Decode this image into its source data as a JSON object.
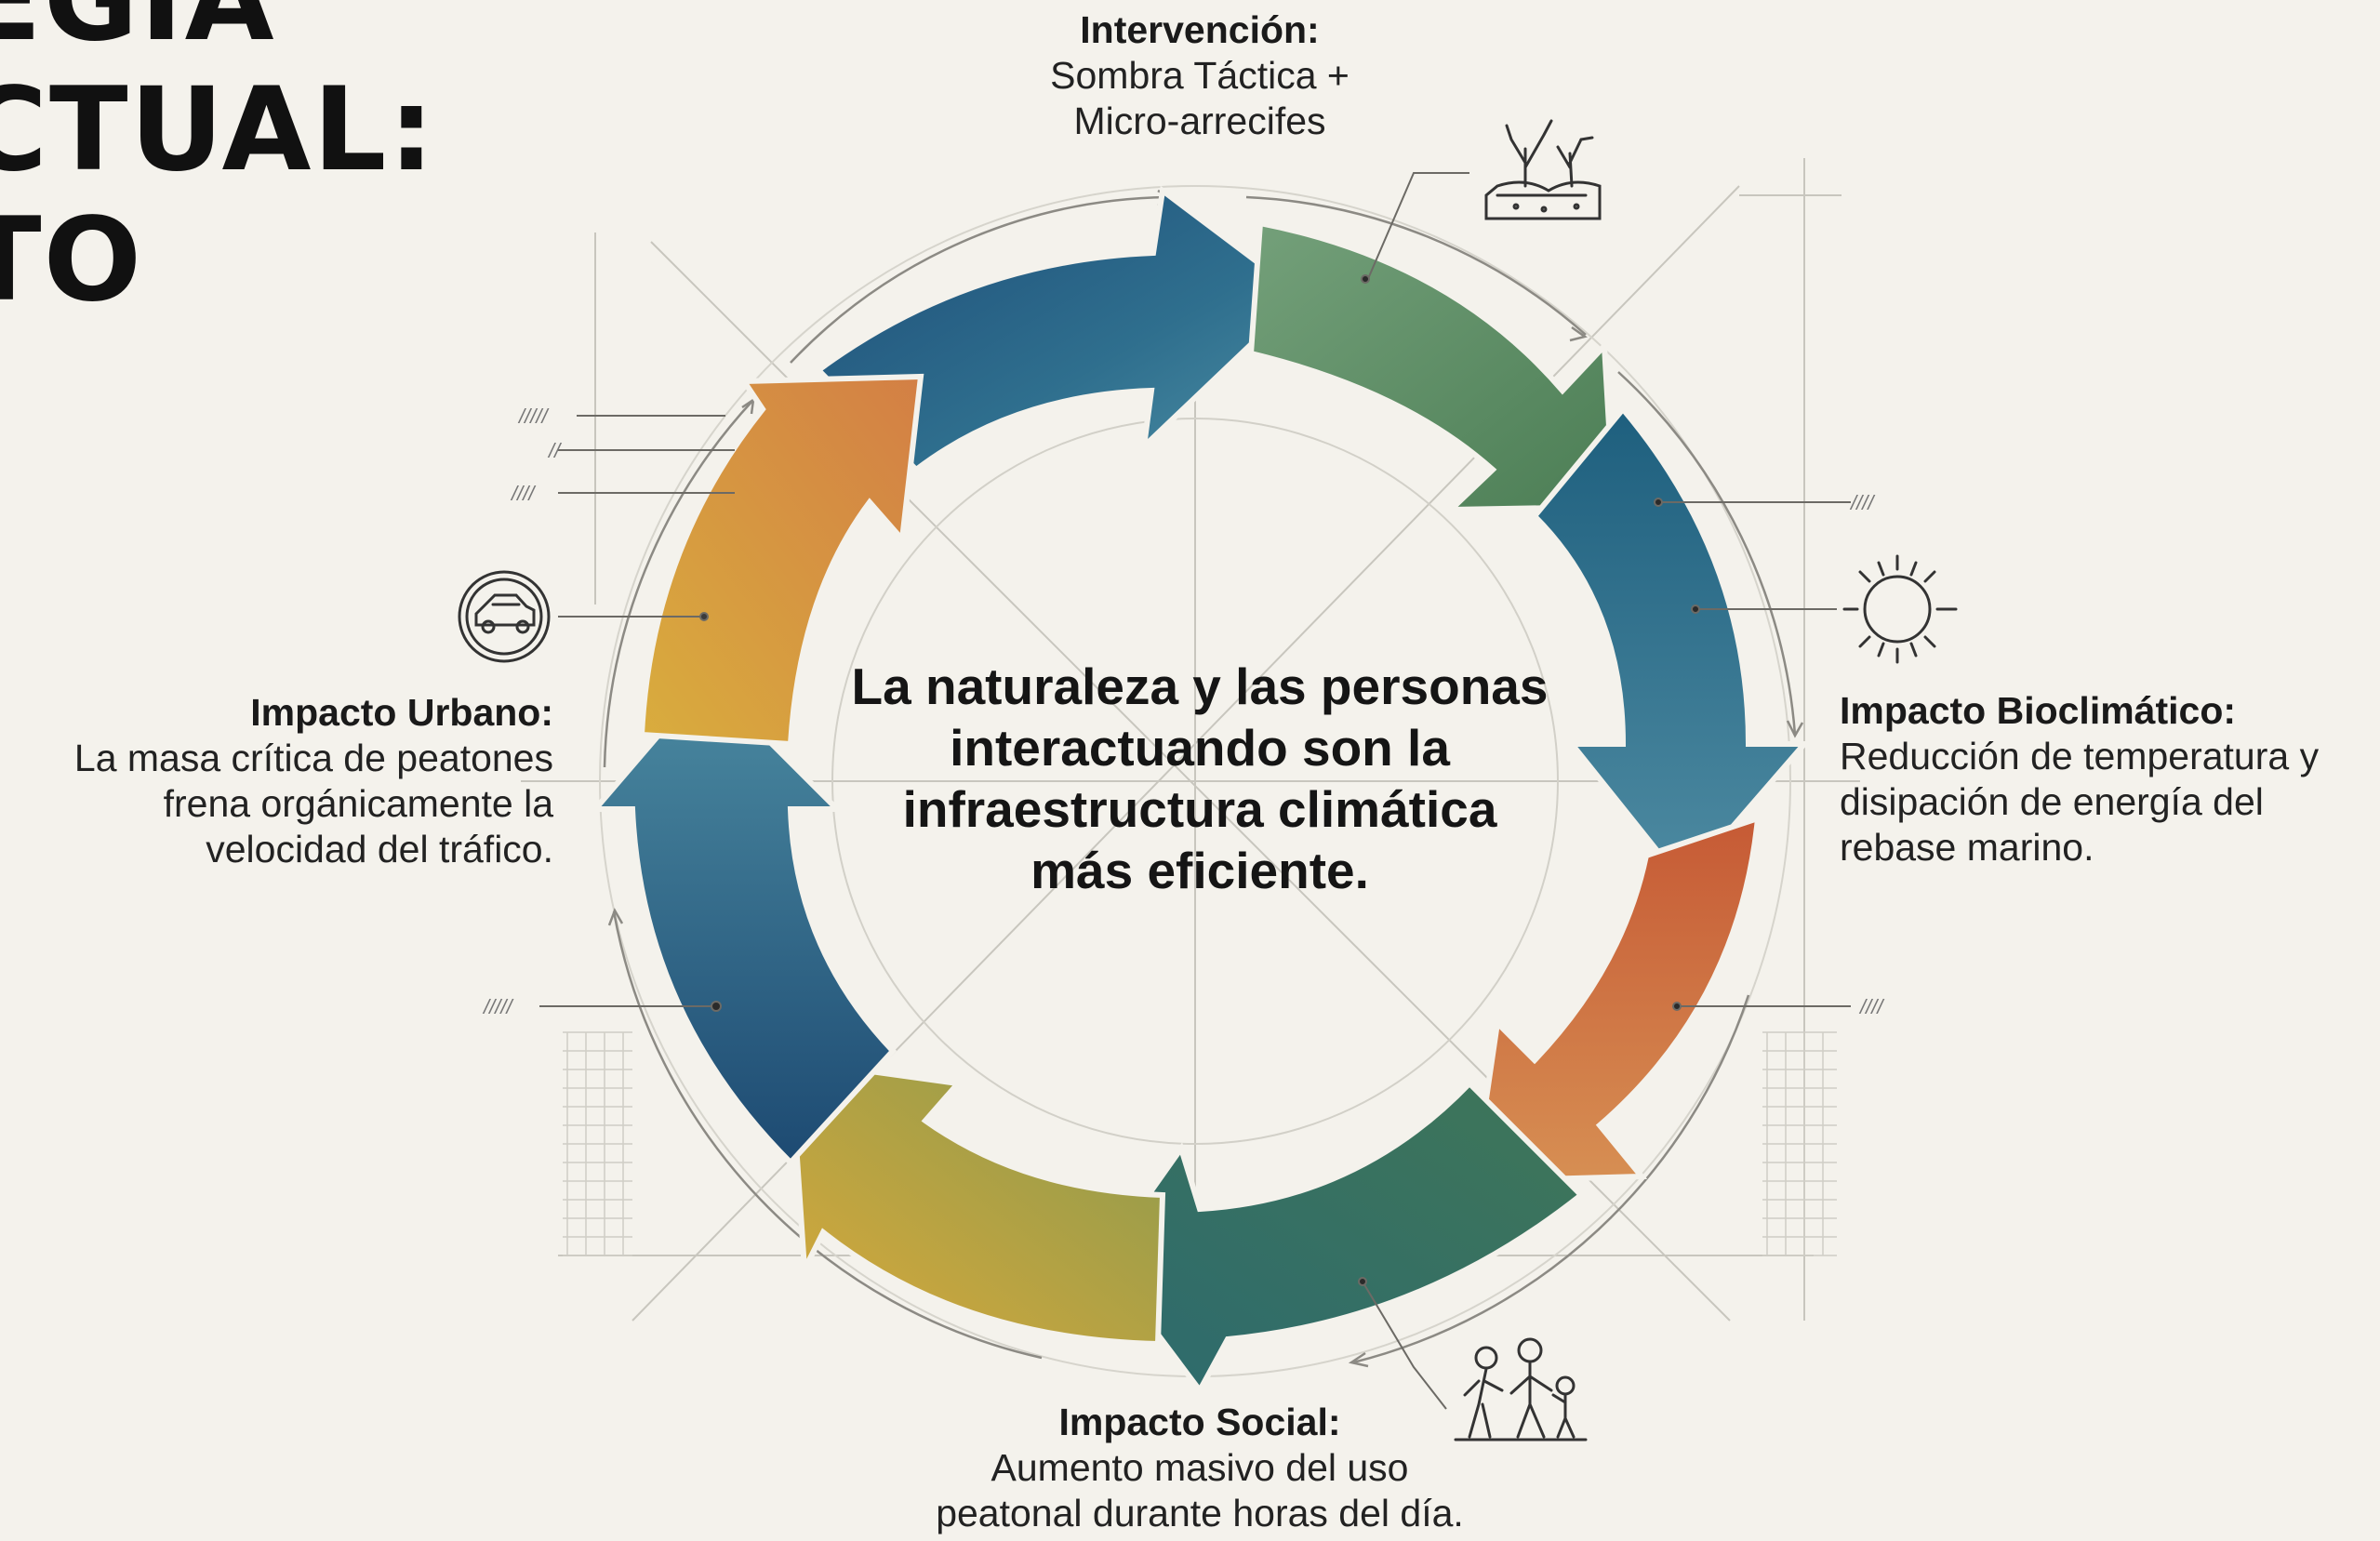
{
  "title_lines": [
    "EGIA",
    "CTUAL:",
    "TO"
  ],
  "center_message": "La naturaleza y las personas interactuando son la infraestructura climática más eficiente.",
  "nodes": {
    "top": {
      "heading": "Intervención:",
      "line1": "Sombra Táctica +",
      "line2": "Micro-arrecifes",
      "icon": "coral-reef-icon"
    },
    "right": {
      "heading": "Impacto Bioclimático:",
      "line1": "Reducción de temperatura y",
      "line2": "disipación de energía del",
      "line3": "rebase marino.",
      "icon": "sun-icon"
    },
    "bottom": {
      "heading": "Impacto Social:",
      "line1": "Aumento masivo del uso",
      "line2": "peatonal durante horas del día.",
      "icon": "family-icon"
    },
    "left": {
      "heading": "Impacto Urbano:",
      "line1": "La masa crítica de peatones",
      "line2": "frena orgánicamente la",
      "line3": "velocidad del tráfico.",
      "icon": "car-icon"
    }
  },
  "annotations": [
    "/////",
    "//",
    "////",
    "////",
    "/////",
    "////"
  ],
  "colors": {
    "background": "#f4f2ec",
    "teal_blue": "#2e6a8a",
    "deep_blue": "#1f4f78",
    "green": "#5f8b5a",
    "ochre": "#d8a93d",
    "orange": "#c96a3e",
    "sketch_line": "#bcbab2"
  }
}
